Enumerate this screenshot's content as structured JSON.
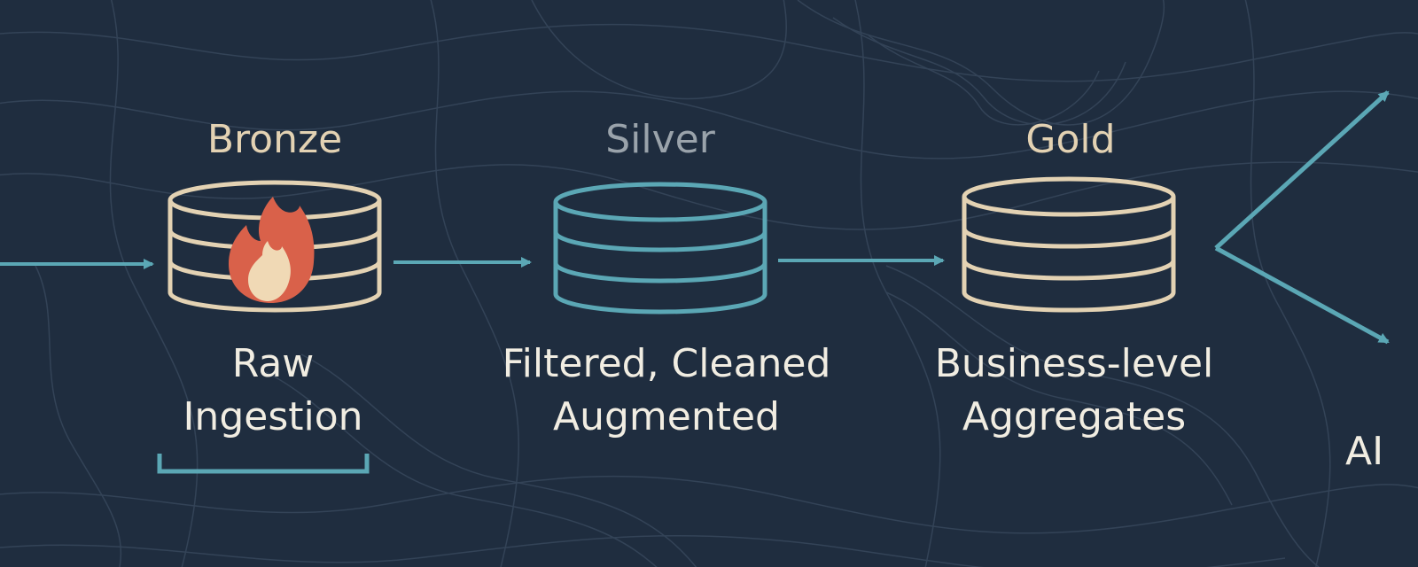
{
  "stages": {
    "bronze": {
      "title": "Bronze",
      "desc_line1": "Raw",
      "desc_line2": "Ingestion",
      "color": "#e3d2b3",
      "icon": "flame-icon"
    },
    "silver": {
      "title": "Silver",
      "desc_line1": "Filtered, Cleaned",
      "desc_line2": "Augmented",
      "color": "#5ba7b5",
      "title_color": "#9aa3ab"
    },
    "gold": {
      "title": "Gold",
      "desc_line1": "Business-level",
      "desc_line2": "Aggregates",
      "color": "#e3d2b3"
    }
  },
  "output_partial_label": "AI",
  "colors": {
    "background": "#1f2d3f",
    "arrow": "#5ba7b5",
    "contour": "#3a4a5c",
    "flame_outer": "#d9614a",
    "flame_inner": "#f0d9b5"
  }
}
